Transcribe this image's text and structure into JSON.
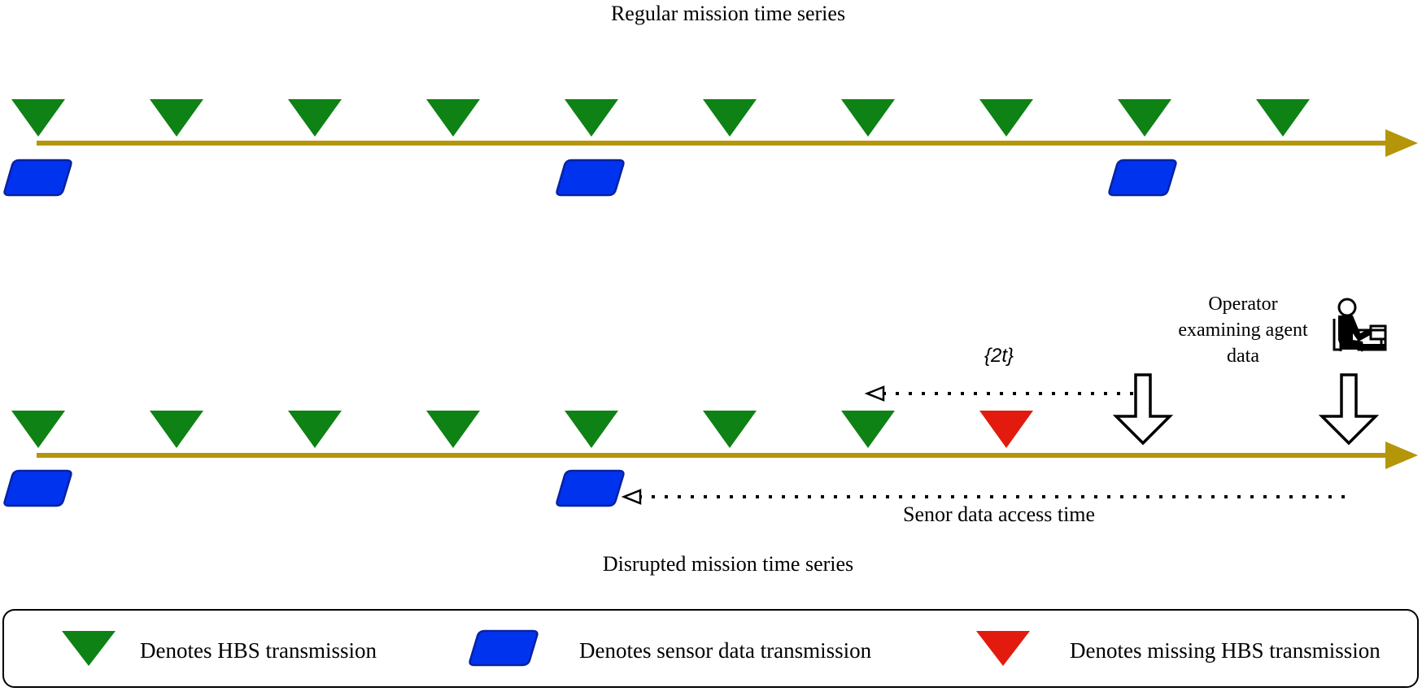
{
  "diagram": {
    "top_title": "Regular mission time series",
    "bottom_title": "Disrupted mission time series",
    "access_time_label": "Senor data access time",
    "gap_label": "{2t}",
    "operator_label": "Operator examining agent data"
  },
  "legend": {
    "hbs": "Denotes HBS transmission",
    "sensor": "Denotes sensor data transmission",
    "missing": "Denotes missing HBS transmission"
  },
  "icons": {
    "hbs": "green-down-triangle-icon",
    "sensor": "blue-parallelogram-icon",
    "missing": "red-down-triangle-icon",
    "operator": "operator-at-desk-icon",
    "event": "hollow-down-arrow-icon"
  },
  "colors": {
    "timeline": "#B5950A",
    "hbs": "#0E8214",
    "sensor": "#0033EE",
    "sensor_stroke": "#0A22A0",
    "missing": "#E21B0E"
  }
}
